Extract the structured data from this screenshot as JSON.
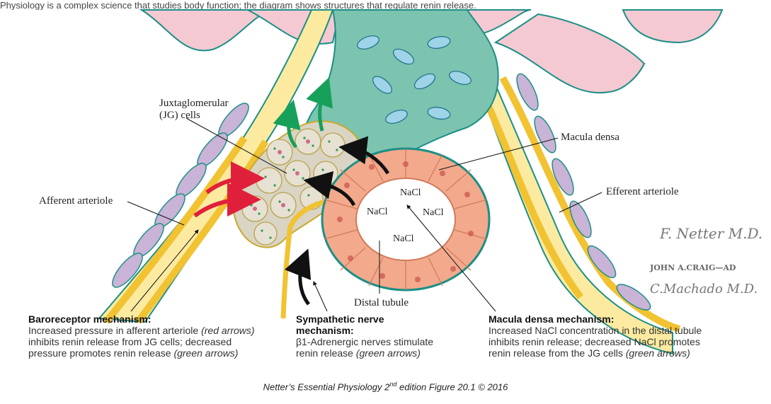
{
  "top_clipped_text": "Physiology is a complex science that studies body function; the diagram shows structures that regulate renin release.",
  "labels": {
    "jg_cells_line1": "Juxtaglomerular",
    "jg_cells_line2": "(JG) cells",
    "macula_densa": "Macula densa",
    "afferent_arteriole": "Afferent arteriole",
    "efferent_arteriole": "Efferent arteriole",
    "distal_tubule": "Distal tubule"
  },
  "nacl_labels": [
    "NaCl",
    "NaCl",
    "NaCl",
    "NaCl"
  ],
  "mechanisms": {
    "baroreceptor": {
      "heading": "Baroreceptor mechanism:",
      "line1a": "Increased pressure in afferent arteriole ",
      "line1b": "(red arrows)",
      "line2": "inhibits renin release from JG cells; decreased",
      "line3a": "pressure promotes renin release ",
      "line3b": "(green arrows)"
    },
    "sympathetic": {
      "heading1": "Sympathetic nerve",
      "heading2": "mechanism:",
      "line1": "β1-Adrenergic nerves stimulate",
      "line2a": "renin release ",
      "line2b": "(green arrows)"
    },
    "macula_densa": {
      "heading": "Macula densa mechanism:",
      "line1": "Increased NaCl concentration in the distal tubule",
      "line2": "inhibits renin release; decreased NaCl promotes",
      "line3a": "renin release from the JG cells ",
      "line3b": "(green arrows)"
    }
  },
  "signatures": {
    "netter": "F. Netter M.D.",
    "craig": "JOHN A.CRAIG—AD",
    "machado": "C.Machado M.D."
  },
  "caption": {
    "part1": "Netter’s Essential Physiology 2",
    "sup": "nd",
    "part2": " edition Figure 20.1 © 2016"
  },
  "colors": {
    "yellow_wall": "#f1c232",
    "teal_mesangium": "#7cc3b0",
    "tubule_cell": "#f2a98c",
    "jg_cell": "#d9d4c4",
    "purple_smooth_muscle": "#c9b3d6",
    "pink_glomerulus": "#f4c9d2",
    "red_arrow": "#e0203a",
    "green_arrow": "#17a05a",
    "black_arrow": "#111111"
  }
}
